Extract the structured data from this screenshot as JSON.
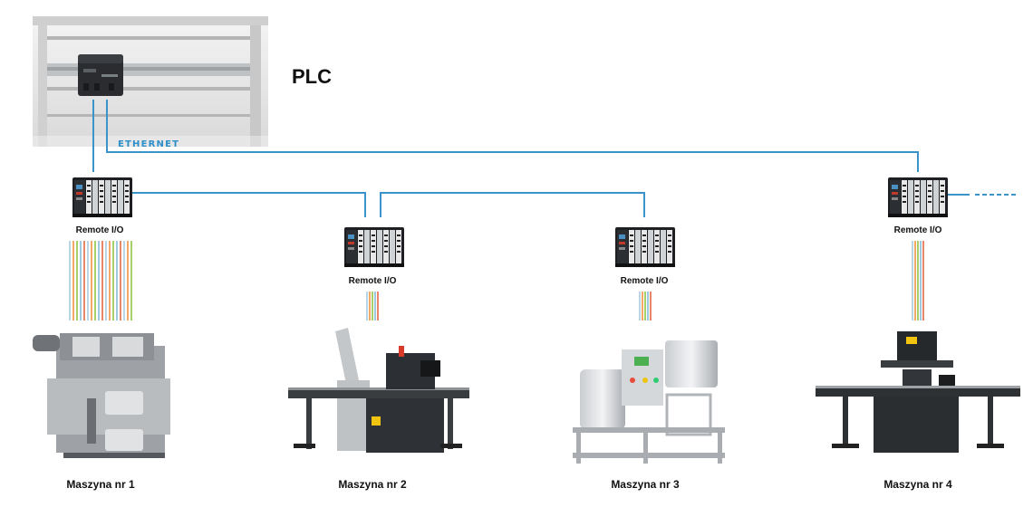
{
  "plc": {
    "title": "PLC"
  },
  "network": {
    "label": "ETHERNET",
    "line_color": "#3a94c9"
  },
  "remote_io_label": "Remote I/O",
  "machines": [
    {
      "label": "Maszyna nr 1"
    },
    {
      "label": "Maszyna nr 2"
    },
    {
      "label": "Maszyna nr 3"
    },
    {
      "label": "Maszyna nr 4"
    }
  ],
  "wire_colors": [
    "#b9d6e6",
    "#f3a867",
    "#a7cf6a",
    "#9ec9e0",
    "#e9866a"
  ]
}
